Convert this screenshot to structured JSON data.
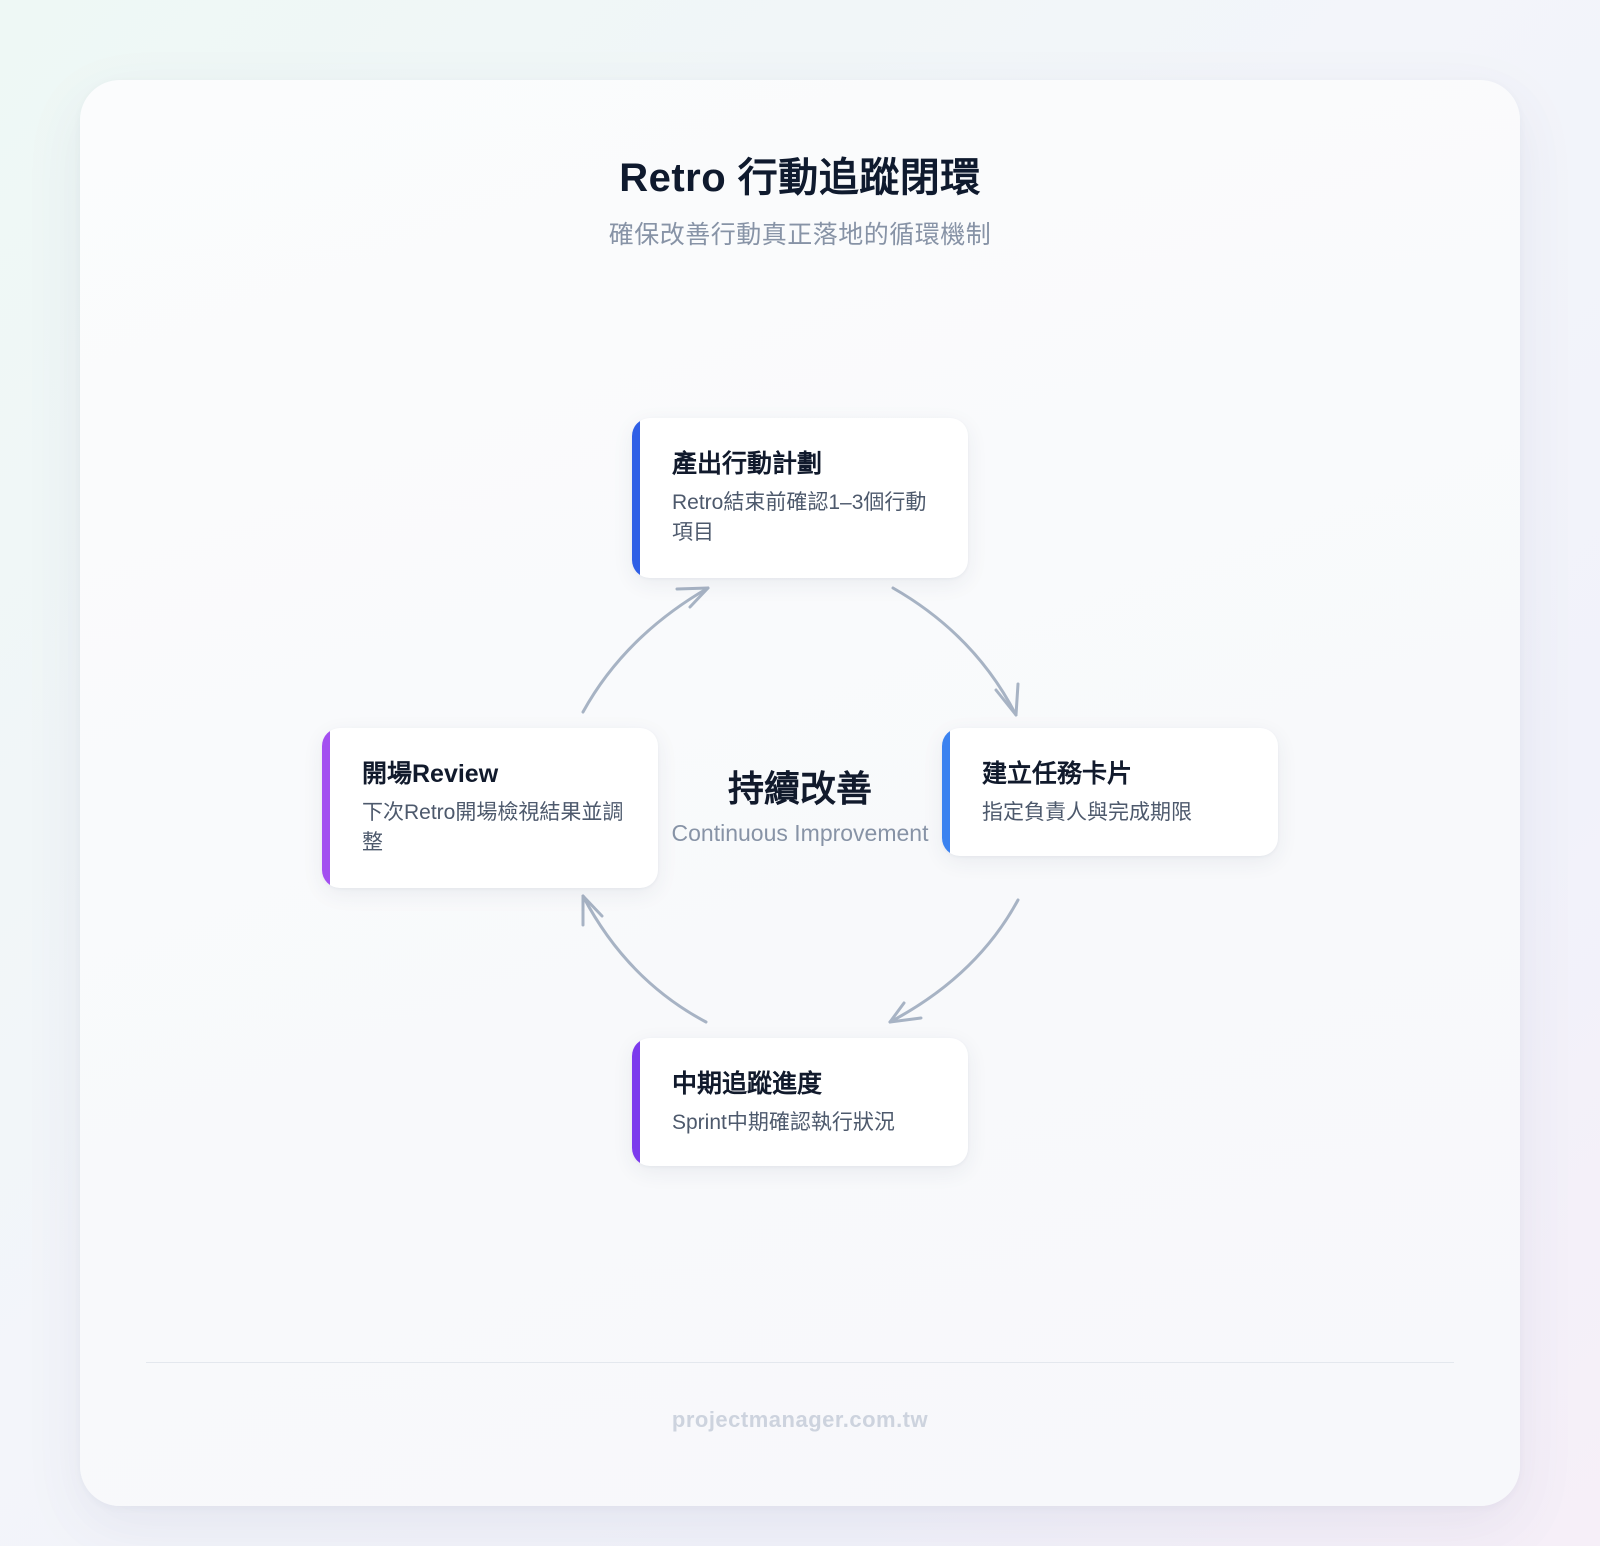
{
  "header": {
    "title": "Retro 行動追蹤閉環",
    "subtitle": "確保改善行動真正落地的循環機制"
  },
  "center": {
    "title": "持續改善",
    "subtitle": "Continuous Improvement"
  },
  "nodes": [
    {
      "title": "產出行動計劃",
      "desc": "Retro結束前確認1–3個行動項目",
      "accent": "#2f5fe6"
    },
    {
      "title": "建立任務卡片",
      "desc": "指定負責人與完成期限",
      "accent": "#3b82f0"
    },
    {
      "title": "中期追蹤進度",
      "desc": "Sprint中期確認執行狀況",
      "accent": "#7c3aed"
    },
    {
      "title": "開場Review",
      "desc": "下次Retro開場檢視結果並調整",
      "accent": "#a34ff0"
    }
  ],
  "colors": {
    "arrow": "#a7b3c4"
  },
  "footer": {
    "text": "projectmanager.com.tw"
  }
}
